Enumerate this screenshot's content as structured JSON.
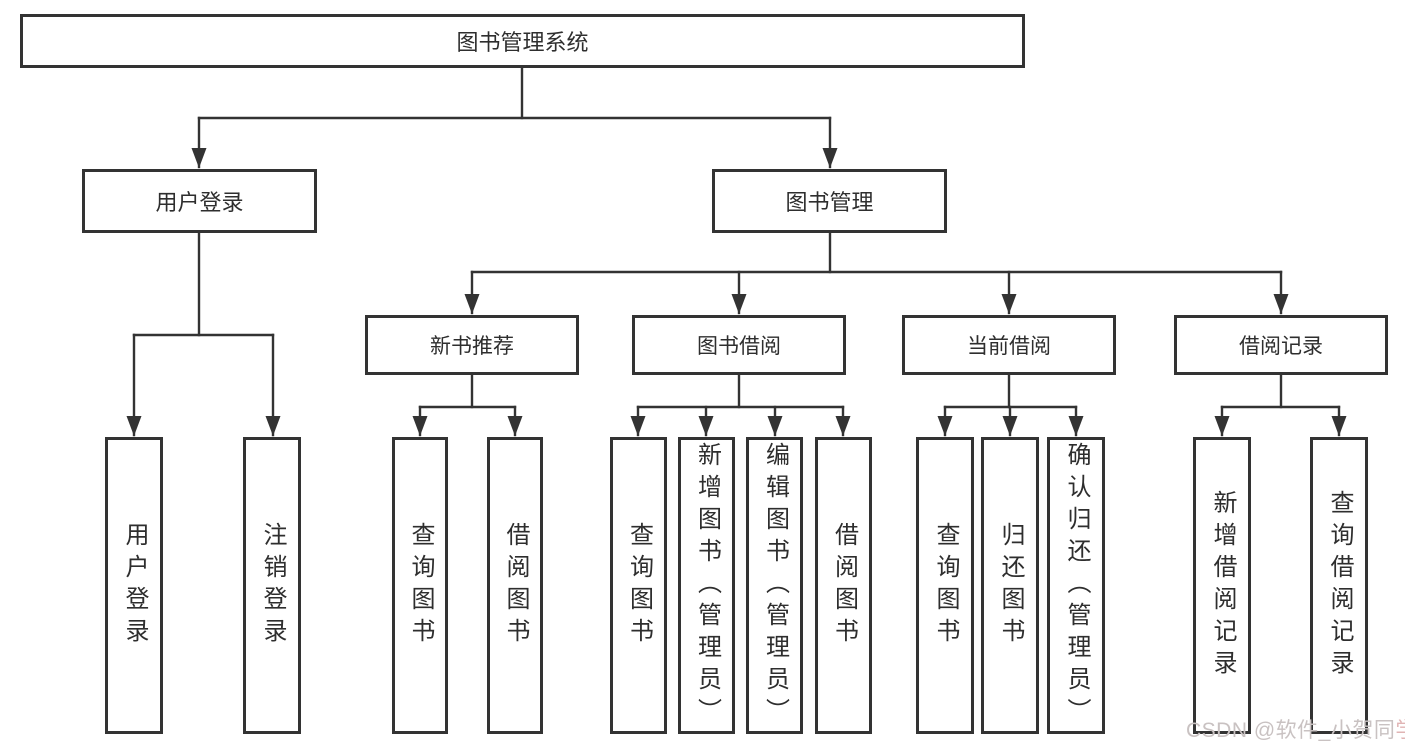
{
  "tree": {
    "root": {
      "label": "图书管理系统",
      "children": [
        {
          "label": "用户登录",
          "children": [
            {
              "label": "用户登录"
            },
            {
              "label": "注销登录"
            }
          ]
        },
        {
          "label": "图书管理",
          "children": [
            {
              "label": "新书推荐",
              "children": [
                {
                  "label": "查询图书"
                },
                {
                  "label": "借阅图书"
                }
              ]
            },
            {
              "label": "图书借阅",
              "children": [
                {
                  "label": "查询图书"
                },
                {
                  "label": "新增图书（管理员）"
                },
                {
                  "label": "编辑图书（管理员）"
                },
                {
                  "label": "借阅图书"
                }
              ]
            },
            {
              "label": "当前借阅",
              "children": [
                {
                  "label": "查询图书"
                },
                {
                  "label": "归还图书"
                },
                {
                  "label": "确认归还（管理员）"
                }
              ]
            },
            {
              "label": "借阅记录",
              "children": [
                {
                  "label": "新增借阅记录"
                },
                {
                  "label": "查询借阅记录"
                }
              ]
            }
          ]
        }
      ]
    }
  },
  "watermark": {
    "text_main": "CSDN @软件_小贺同",
    "text_accent": "学"
  },
  "colors": {
    "line": "#333333",
    "text": "#2e2e2e",
    "background": "#ffffff",
    "watermark_gray": "#c9c2c2",
    "watermark_accent": "#e0b4b4"
  }
}
